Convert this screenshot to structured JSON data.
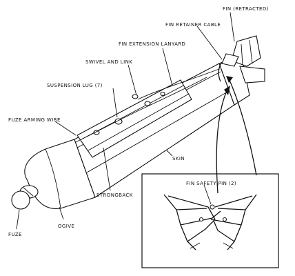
{
  "labels": {
    "fin_retracted": "FIN (RETRACTED)",
    "fin_retainer_cable": "FIN RETAINER CABLE",
    "fin_extension_lanyard": "FIN EXTENSION LANYARD",
    "swivel_and_link": "SWIVEL  AND LINK",
    "suspension_lug": "SUSPENSION LUG (7)",
    "fuze_arming_wire": "FUZE ARMING WIRE",
    "skin": "SKIN",
    "strongback": "STRONGBACK",
    "fuze": "FUZE",
    "ogive": "OGIVE",
    "fin_safety_pin": "FIN SAFETY PIN (2)"
  },
  "colors": {
    "ink": "#111111",
    "paper": "#ffffff"
  }
}
